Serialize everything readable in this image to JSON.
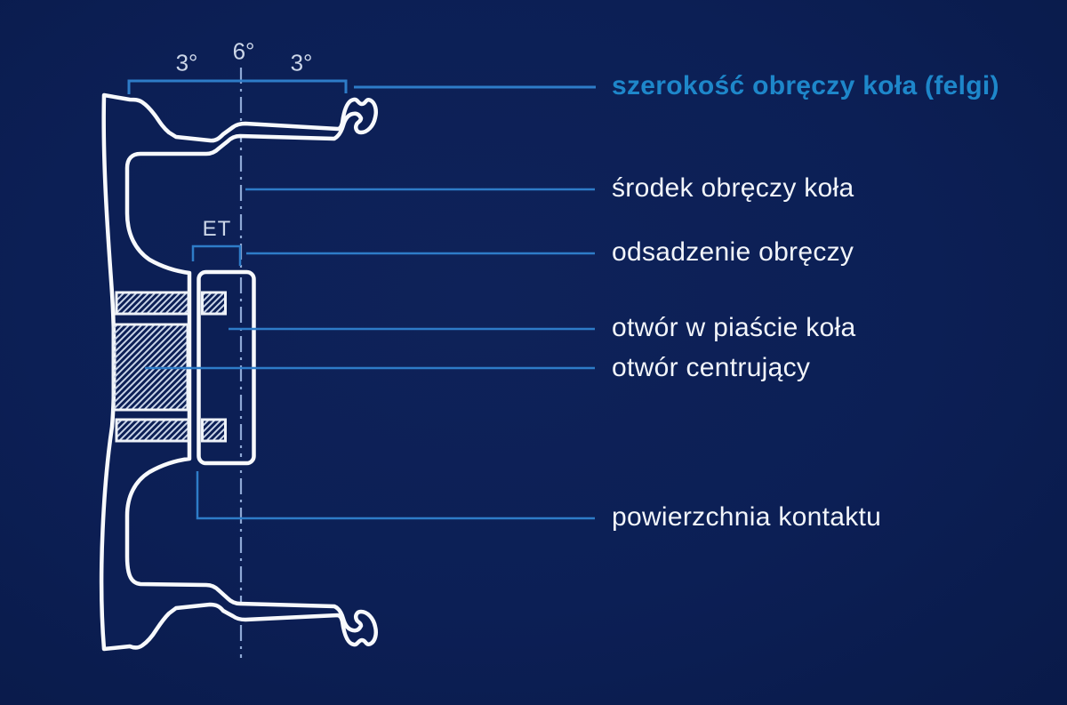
{
  "diagram": {
    "title": "wheel rim (felga) cross-section diagram",
    "angles": {
      "left": "3°",
      "center": "6°",
      "right": "3°"
    },
    "et": "ET",
    "labels": {
      "rim_width": "szerokość obręczy koła (felgi)",
      "rim_center": "środek obręczy koła",
      "rim_offset": "odsadzenie obręczy",
      "hub_bore": "otwór w piaście koła",
      "center_bore": "otwór centrujący",
      "contact_surface": "powierzchnia kontaktu"
    },
    "colors": {
      "background": "#0c1f55",
      "outline_white": "#f7f9fc",
      "leader_blue": "#2e7cc8",
      "accent_label_blue": "#1e87ca",
      "label_white": "#f2f5fa",
      "muted_text": "#ccd6e8",
      "centerline_blue": "#8fa9d6",
      "hatch_blue": "#c9d4e8"
    }
  }
}
